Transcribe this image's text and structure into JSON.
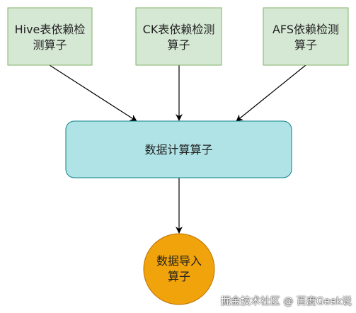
{
  "colors": {
    "source_fill": "#d5e8d4",
    "source_stroke": "#82b366",
    "compute_fill": "#b0e3e6",
    "compute_stroke": "#0e8088",
    "import_fill": "#f0a30a",
    "import_stroke": "#bd7000",
    "edge": "#000000"
  },
  "nodes": {
    "hive": {
      "line1": "Hive表依赖检",
      "line2": "测算子"
    },
    "ck": {
      "line1": "CK表依赖检测",
      "line2": "算子"
    },
    "afs": {
      "line1": "AFS依赖检测",
      "line2": "算子"
    },
    "compute": {
      "label": "数据计算算子"
    },
    "import": {
      "line1": "数据导入",
      "line2": "算子"
    }
  },
  "watermark": {
    "text": "掘金技术社区 @ 百度Geek说"
  }
}
